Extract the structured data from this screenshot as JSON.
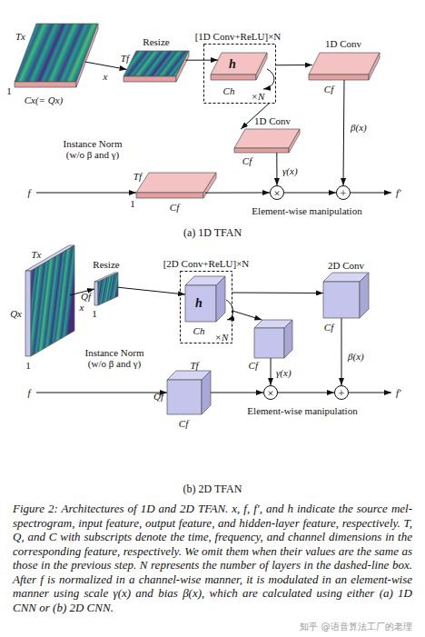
{
  "diagram": {
    "caption": "Figure 2: Architectures of 1D and 2D TFAN. x, f, f′, and h indicate the source mel-spectrogram, input feature, output feature, and hidden-layer feature, respectively. T, Q, and C with subscripts denote the time, frequency, and channel dimensions in the corresponding feature, respectively. We omit them when their values are the same as those in the previous step. N represents the number of layers in the dashed-line box. After f is normalized in a channel-wise manner, it is modulated in an element-wise manner using scale γ(x) and bias β(x), which are calculated using either (a) 1D CNN or (b) 2D CNN.",
    "nodes": [
      {
        "text": [
          "Tx",
          "1",
          "Cx(= Qx)"
        ]
      },
      {
        "text": [
          "Resize",
          "Tf"
        ]
      },
      {
        "text": [
          "[1D Conv+ReLU]×N",
          "×N"
        ]
      },
      {
        "text": [
          "h",
          "Ch"
        ],
        "in": 2
      },
      {
        "text": [
          "1D Conv",
          "Cf"
        ]
      },
      {
        "text": [
          "1D Conv",
          "Cf"
        ]
      },
      {
        "text": [
          "Instance Norm (w/o β and γ)",
          "Tf",
          "1",
          "Cf"
        ]
      },
      {
        "text": [
          "×"
        ]
      },
      {
        "text": [
          "+"
        ]
      },
      {
        "text": [
          "Tx",
          "Qx",
          "1"
        ]
      },
      {
        "text": [
          "Resize",
          "Qf",
          "1"
        ]
      },
      {
        "text": [
          "[2D Conv+ReLU]×N",
          "×N"
        ]
      },
      {
        "text": [
          "h",
          "Ch"
        ],
        "in": 11
      },
      {
        "text": [
          "2D Conv",
          "Cf"
        ]
      },
      {
        "text": [
          "Cf"
        ]
      },
      {
        "text": [
          "Instance Norm (w/o β and γ)",
          "Tf",
          "Qf",
          "Cf"
        ]
      },
      {
        "text": [
          "×"
        ]
      },
      {
        "text": [
          "+"
        ]
      }
    ],
    "edges": [
      {
        "from": 0,
        "to": 1,
        "arrow": "to"
      },
      {
        "from": 1,
        "to": 3,
        "arrow": "to"
      },
      {
        "from": 2,
        "to": 4,
        "arrow": "to"
      },
      {
        "from": 2,
        "to": 5,
        "arrow": "to"
      },
      {
        "from": 4,
        "to": 8,
        "arrow": "to",
        "label": "β(x)"
      },
      {
        "from": 5,
        "to": 7,
        "arrow": "to",
        "label": "γ(x)"
      },
      {
        "from": 6,
        "to": 7,
        "arrow": "to"
      },
      {
        "from": 7,
        "to": 8,
        "arrow": "to"
      },
      {
        "from": 9,
        "to": 10,
        "arrow": "to"
      },
      {
        "from": 10,
        "to": 12,
        "arrow": "to"
      },
      {
        "from": 11,
        "to": 13,
        "arrow": "to"
      },
      {
        "from": 11,
        "to": 14,
        "arrow": "to"
      },
      {
        "from": 13,
        "to": 17,
        "arrow": "to",
        "label": "β(x)"
      },
      {
        "from": 14,
        "to": 16,
        "arrow": "to",
        "label": "γ(x)"
      },
      {
        "from": 15,
        "to": 16,
        "arrow": "to"
      },
      {
        "from": 16,
        "to": 17,
        "arrow": "to"
      }
    ],
    "labels": [
      "x",
      "f",
      "Element-wise manipulation",
      "f′",
      "(a) 1D TFAN",
      "x",
      "f",
      "Element-wise manipulation",
      "f′",
      "(b) 2D TFAN",
      "知乎 @语音算法工厂的老理"
    ]
  }
}
